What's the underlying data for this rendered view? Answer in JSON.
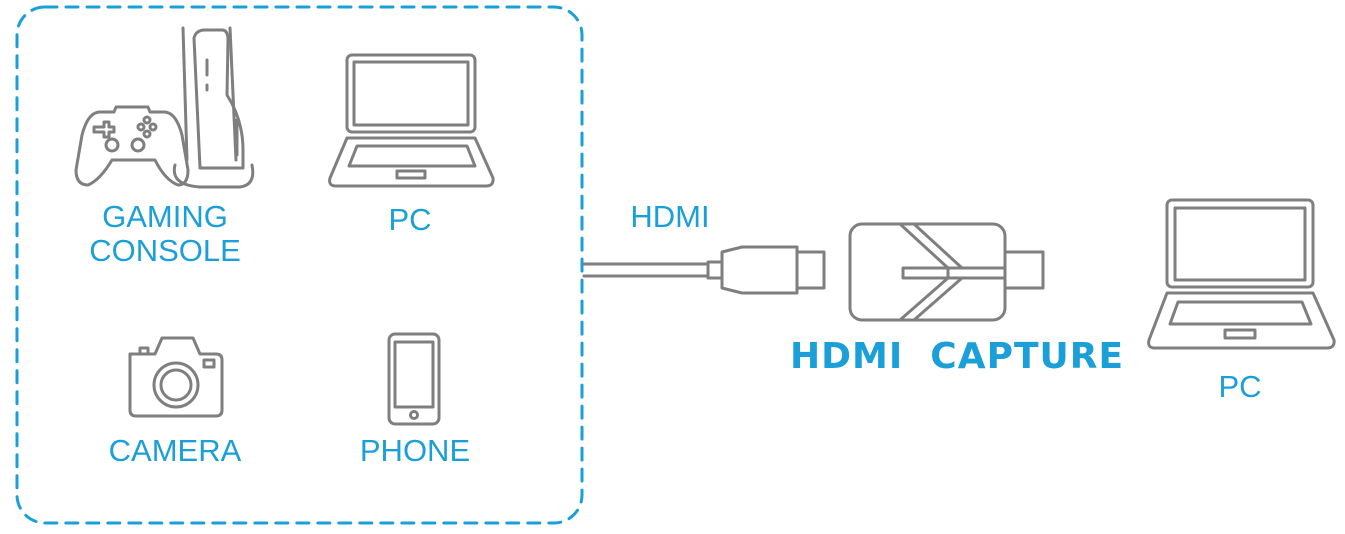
{
  "colors": {
    "accent": "#1a9fd8",
    "line": "#7f7f7f"
  },
  "sources": {
    "gaming_console": {
      "line1": "GAMING",
      "line2": "CONSOLE",
      "icon": "gamepad-console-icon"
    },
    "pc": {
      "label": "PC",
      "icon": "laptop-icon"
    },
    "camera": {
      "label": "CAMERA",
      "icon": "camera-icon"
    },
    "phone": {
      "label": "PHONE",
      "icon": "phone-icon"
    }
  },
  "cable": {
    "label": "HDMI",
    "icon": "hdmi-plug-icon"
  },
  "capture": {
    "label": "HDMI  CAPTURE",
    "icon": "capture-card-icon"
  },
  "destination": {
    "label": "PC",
    "icon": "laptop-icon"
  }
}
